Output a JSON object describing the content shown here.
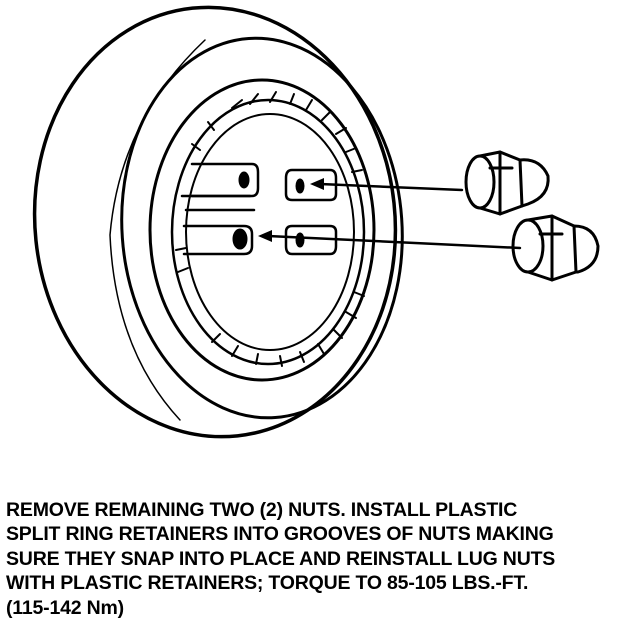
{
  "instruction": {
    "lines": [
      "REMOVE REMAINING TWO (2) NUTS. INSTALL PLASTIC",
      "SPLIT RING RETAINERS INTO GROOVES OF NUTS MAKING",
      "SURE THEY SNAP INTO PLACE AND REINSTALL LUG NUTS",
      "WITH PLASTIC RETAINERS; TORQUE TO 85-105 LBS.-FT.",
      "(115-142 Nm)"
    ]
  },
  "colors": {
    "ink": "#000000",
    "paper": "#ffffff"
  },
  "icons": [
    "spare-tire-icon",
    "wheel-rim-icon",
    "lug-nut-icon",
    "arrow-icon"
  ]
}
